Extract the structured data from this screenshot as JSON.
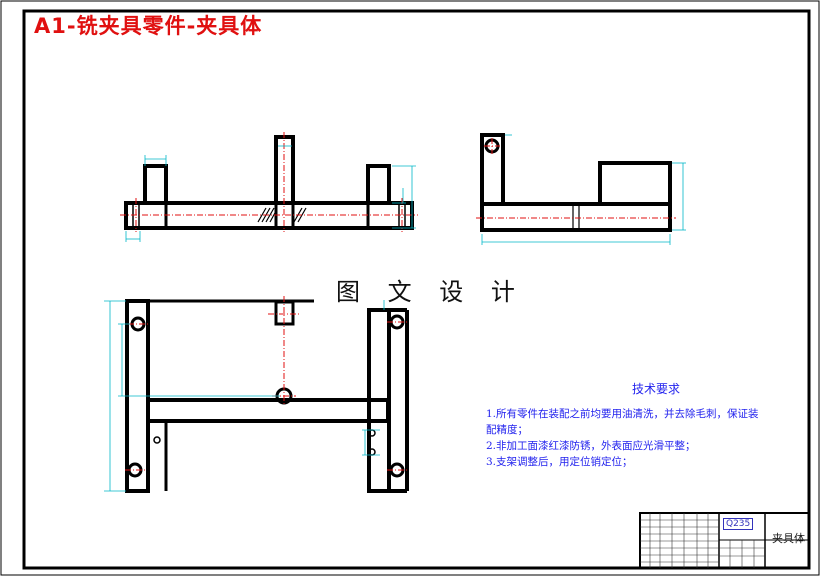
{
  "drawing_title": "A1-铣夹具零件-夹具体",
  "watermark": "图 文 设 计",
  "technical_requirements": {
    "heading": "技术要求",
    "items": [
      "1.所有零件在装配之前均要用油清洗，并去除毛刺，保证装",
      "配精度；",
      "2.非加工面漆红漆防锈，外表面应光滑平整；",
      "3.支架调整后，用定位销定位；"
    ]
  },
  "title_block": {
    "part_name": "夹具体",
    "material": "Q235"
  },
  "colors": {
    "outline": "#000000",
    "dimension": "#00b8c8",
    "centerline": "#e01010",
    "annotation_blue": "#2222ee"
  }
}
